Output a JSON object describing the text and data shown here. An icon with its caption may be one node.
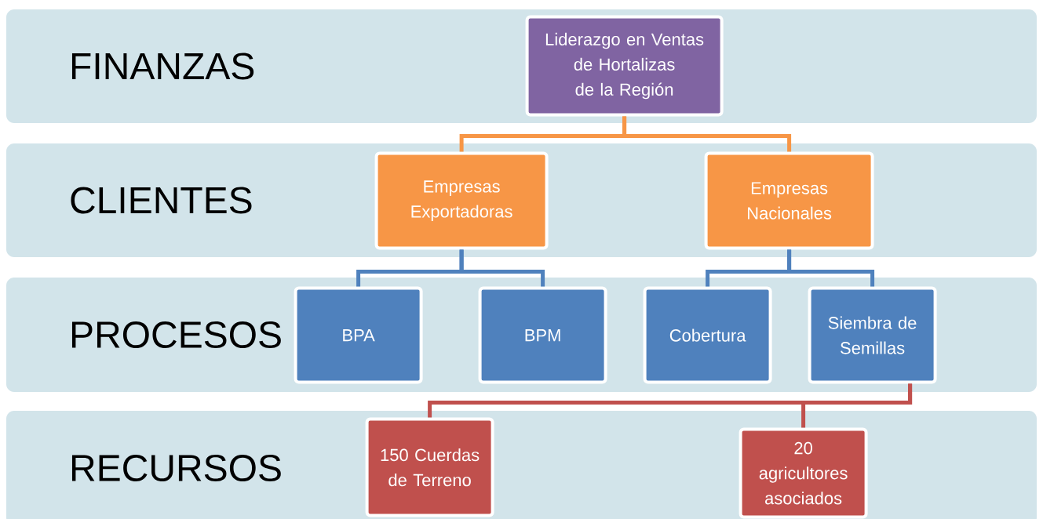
{
  "diagram": {
    "nodes": [
      {
        "text": [
          "FINANZAS"
        ]
      },
      {
        "text": [
          "Liderazgo en Ventas de Hortalizas de la Región"
        ],
        "in": 0
      },
      {
        "text": [
          "CLIENTES"
        ]
      },
      {
        "text": [
          "Empresas Exportadoras"
        ],
        "in": 2
      },
      {
        "text": [
          "Empresas Nacionales"
        ],
        "in": 2
      },
      {
        "text": [
          "PROCESOS"
        ]
      },
      {
        "text": [
          "BPA"
        ],
        "in": 5
      },
      {
        "text": [
          "BPM"
        ],
        "in": 5
      },
      {
        "text": [
          "Cobertura"
        ],
        "in": 5
      },
      {
        "text": [
          "Siembra de Semillas"
        ],
        "in": 5
      },
      {
        "text": [
          "RECURSOS"
        ]
      },
      {
        "text": [
          "150 Cuerdas de Terreno"
        ],
        "in": 10
      },
      {
        "text": [
          "20 agricultores asociados"
        ],
        "in": 10
      }
    ],
    "edges": [
      {
        "from": 1,
        "to": 3,
        "arrow": "none",
        "color": "#f79646"
      },
      {
        "from": 1,
        "to": 4,
        "arrow": "none",
        "color": "#f79646"
      },
      {
        "from": 3,
        "to": 6,
        "arrow": "none"
      },
      {
        "from": 3,
        "to": 7,
        "arrow": "none"
      },
      {
        "from": 4,
        "to": 8,
        "arrow": "none"
      },
      {
        "from": 4,
        "to": 9,
        "arrow": "none"
      },
      {
        "from": 9,
        "to": 11,
        "arrow": "none",
        "color": "#c0504d"
      },
      {
        "from": 9,
        "to": 12,
        "arrow": "none",
        "color": "#c0504d"
      }
    ]
  }
}
